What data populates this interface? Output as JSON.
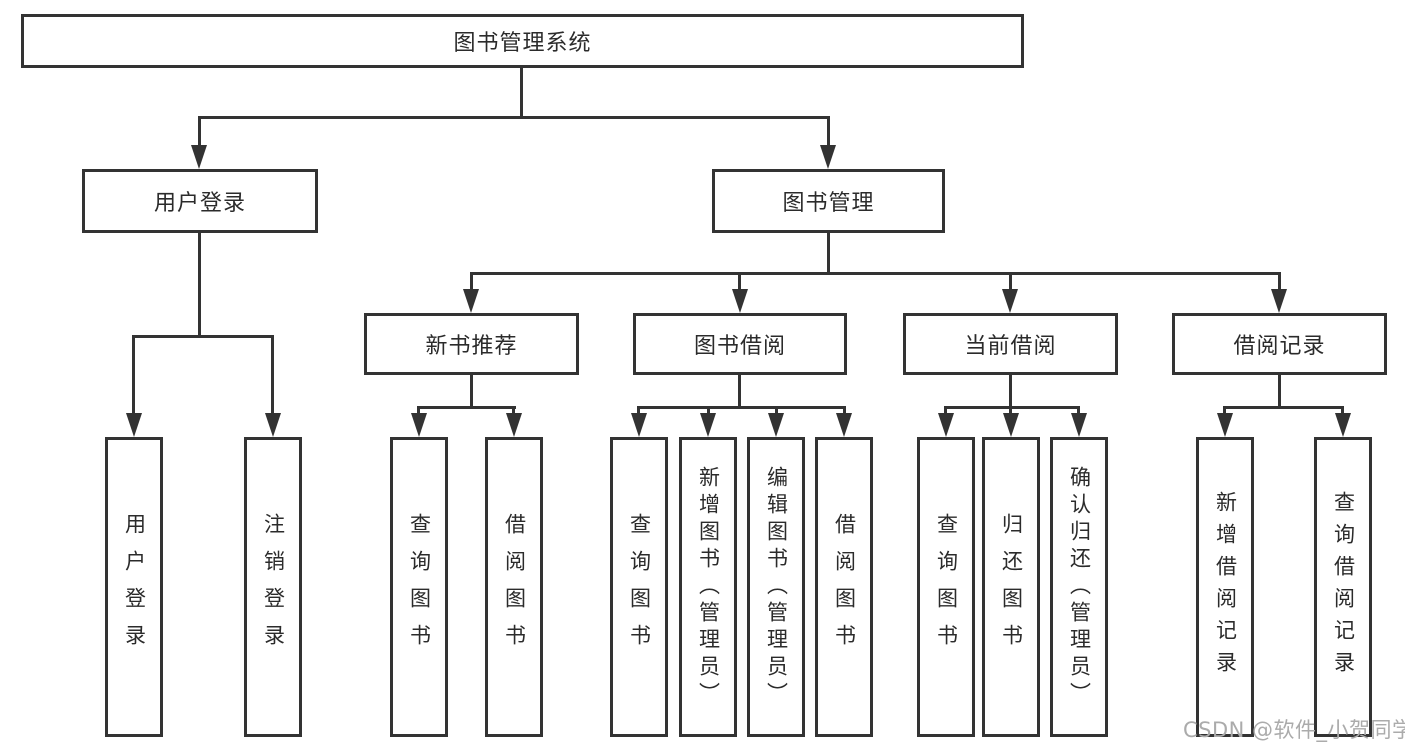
{
  "nodes": {
    "root": "图书管理系统",
    "user_login": "用户登录",
    "book_management": "图书管理",
    "new_book_recommend": "新书推荐",
    "book_borrowing": "图书借阅",
    "current_borrowing": "当前借阅",
    "borrowing_records": "借阅记录",
    "leaf_user_login": "用户登录",
    "leaf_logout": "注销登录",
    "leaf_rec_query_book": "查询图书",
    "leaf_rec_borrow_book": "借阅图书",
    "leaf_bb_query_book": "查询图书",
    "leaf_bb_add_book": "新增图书（管理员）",
    "leaf_bb_edit_book": "编辑图书（管理员）",
    "leaf_bb_borrow_book": "借阅图书",
    "leaf_cb_query_book": "查询图书",
    "leaf_cb_return_book": "归还图书",
    "leaf_cb_confirm_return": "确认归还（管理员）",
    "leaf_br_add_record": "新增借阅记录",
    "leaf_br_query_record": "查询借阅记录"
  },
  "watermark": "CSDN @软件_小贺同学",
  "colors": {
    "line": "#333333",
    "text": "#2b2b2b",
    "watermark": "#ababab",
    "background": "#ffffff"
  }
}
